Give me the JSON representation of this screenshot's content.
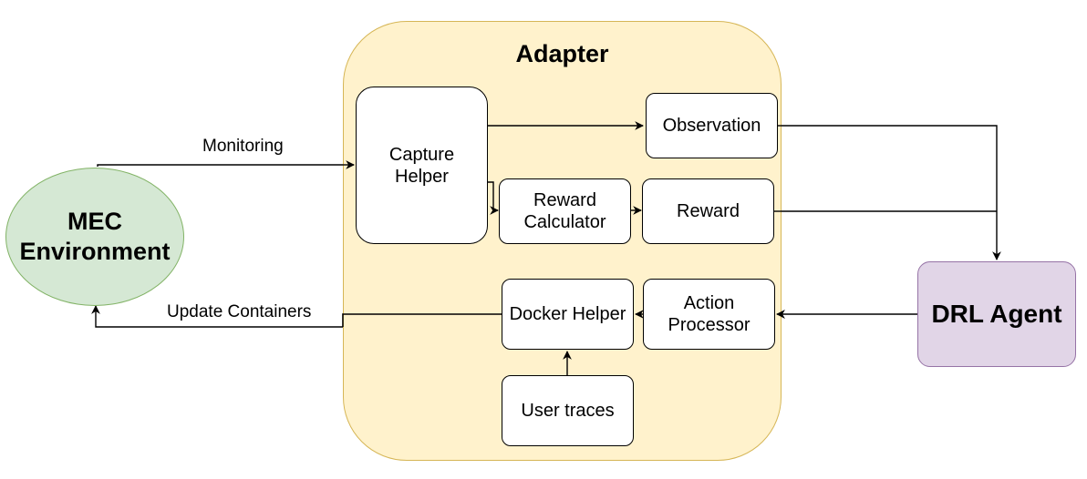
{
  "adapter": {
    "title": "Adapter",
    "fill": "#fff2cc",
    "stroke": "#d6b656"
  },
  "mec_environment": {
    "label": "MEC\nEnvironment",
    "fill": "#d5e8d4",
    "stroke": "#82b366"
  },
  "drl_agent": {
    "label": "DRL Agent",
    "fill": "#e1d5e7",
    "stroke": "#9673a6"
  },
  "nodes": {
    "capture_helper": "Capture\nHelper",
    "observation": "Observation",
    "reward_calculator": "Reward\nCalculator",
    "reward": "Reward",
    "docker_helper": "Docker Helper",
    "action_processor": "Action\nProcessor",
    "user_traces": "User traces"
  },
  "edges": {
    "monitoring": "Monitoring",
    "update_containers": "Update Containers"
  }
}
